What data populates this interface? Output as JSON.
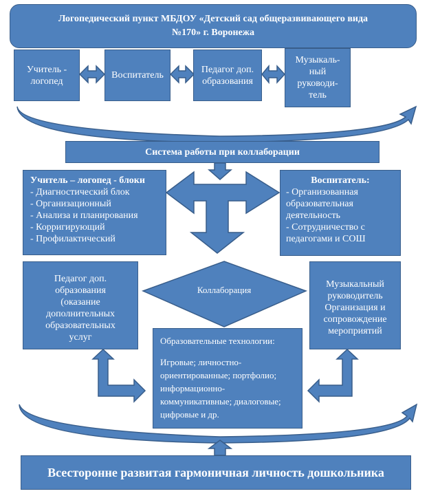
{
  "header": {
    "title_line1": "Логопедический пункт  МБДОУ «Детский сад общеразвивающего вида",
    "title_line2": "№170» г. Воронежа"
  },
  "roles": [
    "Учитель - логопед",
    "Воспитатель",
    "Педагог доп. образования",
    "Музыкаль-ный руководи-тель"
  ],
  "system": "Система работы при коллаборации",
  "speech_therapist": {
    "title": "Учитель – логопед - блоки",
    "items": [
      "- Диагностический блок",
      "- Организационный",
      "- Анализа и планирования",
      "- Корригирующий",
      "- Профилактический"
    ]
  },
  "educator": {
    "title": "Воспитатель:",
    "items": [
      "- Организованная образовательная деятельность",
      "- Сотрудничество с педагогами и СОШ"
    ]
  },
  "additional_teacher": "Педагог доп. образования (оказание дополнительных образовательных услуг",
  "music_director": "Музыкальный руководитель Организация и сопровождение мероприятий",
  "collaboration": "Коллаборация",
  "technologies": {
    "title": "Образовательные технологии:",
    "text": "Игровые; личностно-ориентированные; портфолио; информационно-коммуникативные; диалоговые; цифровые и др."
  },
  "result": "Всесторонне развитая гармоничная личность дошкольника",
  "colors": {
    "fill": "#4f81bd",
    "stroke": "#385d8a"
  }
}
